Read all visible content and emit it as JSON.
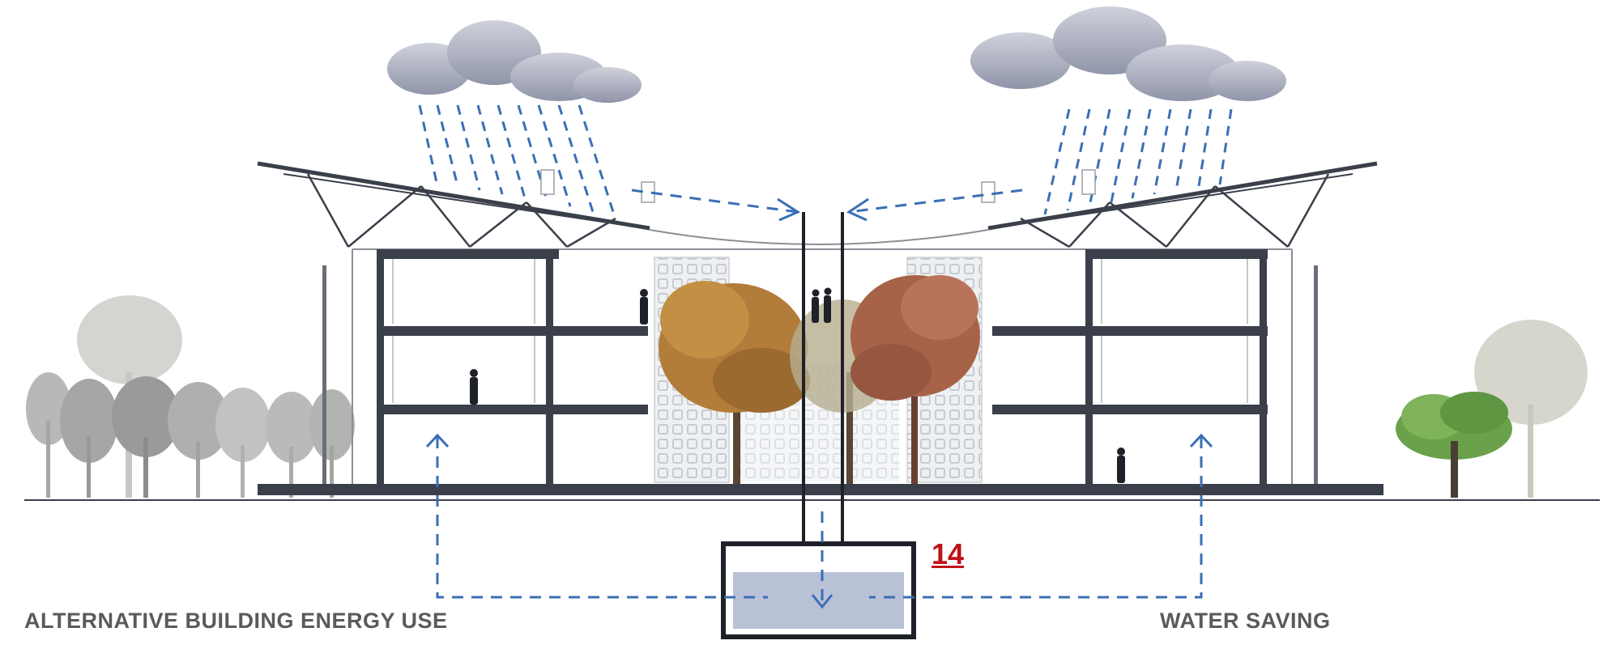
{
  "captions": {
    "left": "ALTERNATIVE BUILDING ENERGY USE",
    "right": "WATER SAVING"
  },
  "reference_number": "14",
  "colors": {
    "structure": "#3a3f4a",
    "flow_arrows": "#3b6fb6",
    "reference_number": "#c0121b",
    "caption": "#5a5a5a",
    "cistern_water": "#b9c1d6",
    "cloud": "#b4b8c6",
    "tree_autumn": "#b27d3a",
    "tree_green": "#6aa14a",
    "tree_gray": "#a5a8a6"
  },
  "icons": [
    "cloud-icon",
    "rain-icon",
    "tree-icon",
    "person-icon",
    "arrow-icon",
    "cistern-icon"
  ]
}
